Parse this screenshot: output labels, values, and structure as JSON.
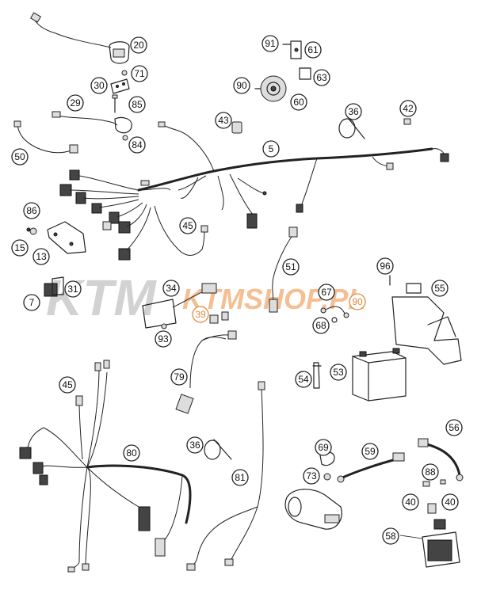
{
  "watermark": {
    "brand": "KTM",
    "site": "KTMSHOP.PL",
    "brand_color": "#c8c8c8",
    "site_color": "#f3b07a"
  },
  "callouts": [
    {
      "id": "c20",
      "label": "20"
    },
    {
      "id": "c71",
      "label": "71"
    },
    {
      "id": "c30",
      "label": "30"
    },
    {
      "id": "c29",
      "label": "29"
    },
    {
      "id": "c85",
      "label": "85"
    },
    {
      "id": "c84",
      "label": "84"
    },
    {
      "id": "c50",
      "label": "50"
    },
    {
      "id": "c91",
      "label": "91"
    },
    {
      "id": "c61",
      "label": "61"
    },
    {
      "id": "c63",
      "label": "63"
    },
    {
      "id": "c90a",
      "label": "90"
    },
    {
      "id": "c60",
      "label": "60"
    },
    {
      "id": "c43",
      "label": "43"
    },
    {
      "id": "c36a",
      "label": "36"
    },
    {
      "id": "c42",
      "label": "42"
    },
    {
      "id": "c5",
      "label": "5"
    },
    {
      "id": "c86",
      "label": "86"
    },
    {
      "id": "c45a",
      "label": "45"
    },
    {
      "id": "c15",
      "label": "15"
    },
    {
      "id": "c13",
      "label": "13"
    },
    {
      "id": "c51",
      "label": "51"
    },
    {
      "id": "c96",
      "label": "96"
    },
    {
      "id": "c55",
      "label": "55"
    },
    {
      "id": "c7",
      "label": "7"
    },
    {
      "id": "c31",
      "label": "31"
    },
    {
      "id": "c34",
      "label": "34"
    },
    {
      "id": "c67",
      "label": "67"
    },
    {
      "id": "c90b",
      "label": "90"
    },
    {
      "id": "c39",
      "label": "39"
    },
    {
      "id": "c68",
      "label": "68"
    },
    {
      "id": "c93",
      "label": "93"
    },
    {
      "id": "c79",
      "label": "79"
    },
    {
      "id": "c54",
      "label": "54"
    },
    {
      "id": "c53",
      "label": "53"
    },
    {
      "id": "c45b",
      "label": "45"
    },
    {
      "id": "c56",
      "label": "56"
    },
    {
      "id": "c36b",
      "label": "36"
    },
    {
      "id": "c69",
      "label": "69"
    },
    {
      "id": "c59",
      "label": "59"
    },
    {
      "id": "c80",
      "label": "80"
    },
    {
      "id": "c88",
      "label": "88"
    },
    {
      "id": "c73",
      "label": "73"
    },
    {
      "id": "c81",
      "label": "81"
    },
    {
      "id": "c40a",
      "label": "40"
    },
    {
      "id": "c40b",
      "label": "40"
    },
    {
      "id": "c58",
      "label": "58"
    }
  ]
}
